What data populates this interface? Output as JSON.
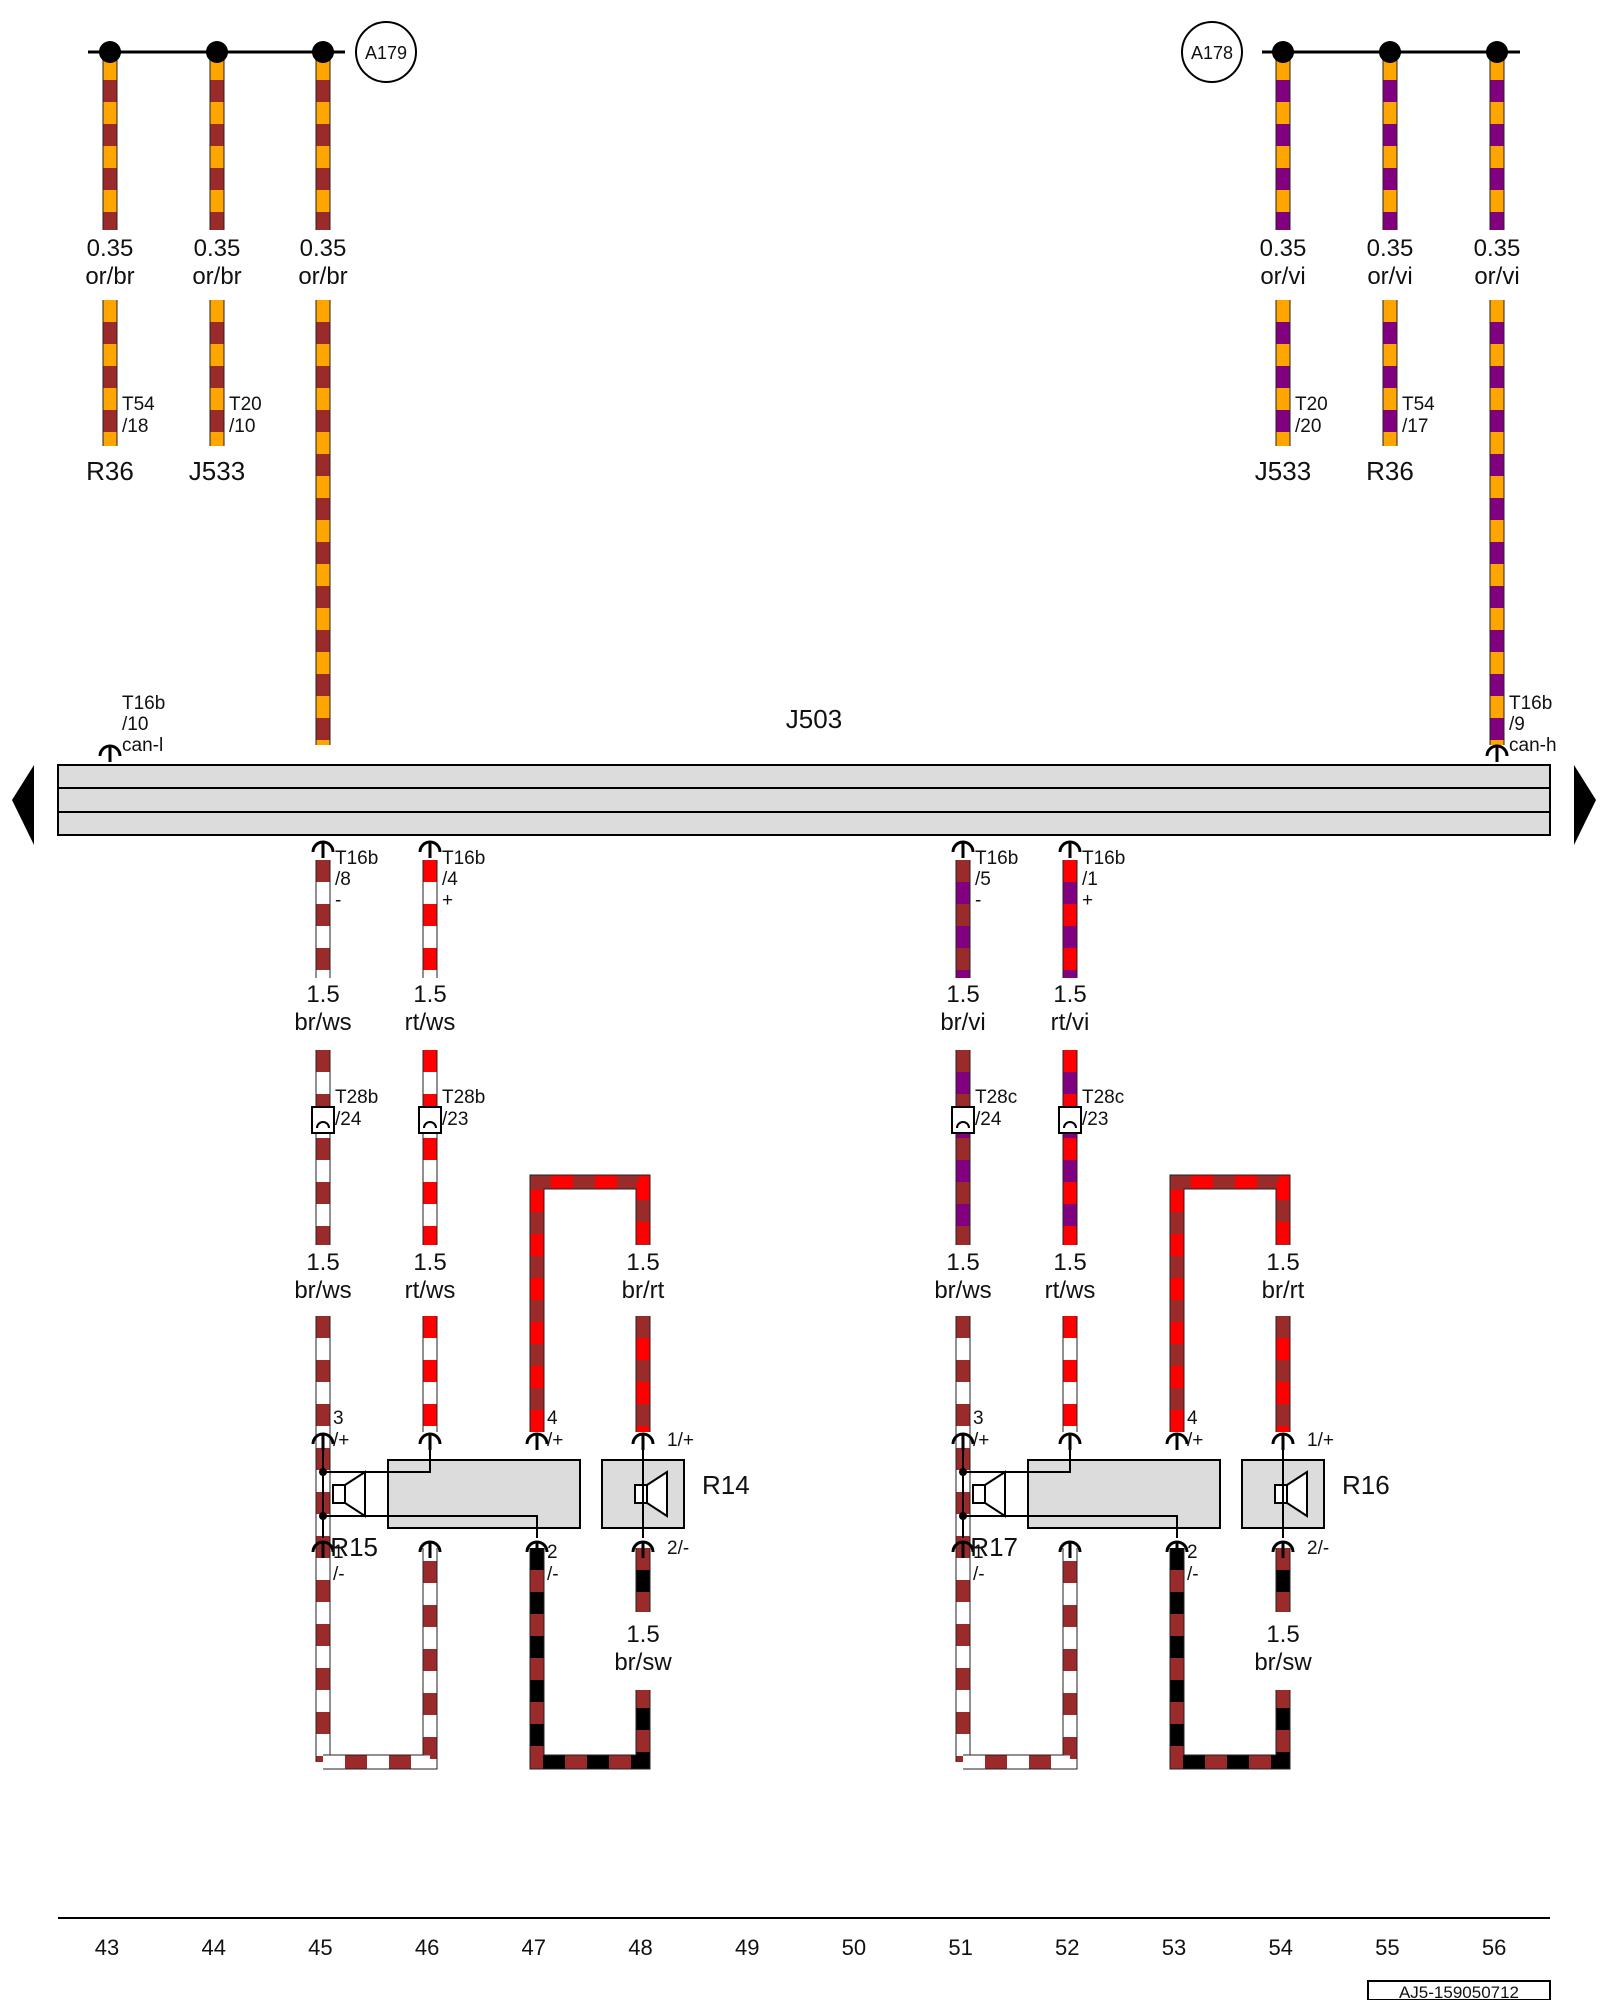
{
  "colors": {
    "or": "#FFA500",
    "br": "#9B2B2B",
    "vi": "#800080",
    "rt": "#FF0000",
    "ws": "#FFFFFF",
    "sw": "#000000",
    "bus_fill": "#DCDCDC",
    "component_fill": "#DCDCDC"
  },
  "refs": {
    "left": "A179",
    "right": "A178"
  },
  "bus": {
    "label": "J503",
    "left_conn": {
      "lines": [
        "T16b",
        "/10",
        "can-l"
      ]
    },
    "right_conn": {
      "lines": [
        "T16b",
        "/9",
        "can-h"
      ]
    }
  },
  "top_wires": [
    {
      "size": "0.35",
      "color": "or/br",
      "stripe": [
        "or",
        "br"
      ],
      "conn": [
        "T54",
        "/18"
      ],
      "comp": "R36"
    },
    {
      "size": "0.35",
      "color": "or/br",
      "stripe": [
        "or",
        "br"
      ],
      "conn": [
        "T20",
        "/10"
      ],
      "comp": "J533"
    },
    {
      "size": "0.35",
      "color": "or/br",
      "stripe": [
        "or",
        "br"
      ]
    },
    {
      "size": "0.35",
      "color": "or/vi",
      "stripe": [
        "or",
        "vi"
      ],
      "conn": [
        "T20",
        "/20"
      ],
      "comp": "J533"
    },
    {
      "size": "0.35",
      "color": "or/vi",
      "stripe": [
        "or",
        "vi"
      ],
      "conn": [
        "T54",
        "/17"
      ],
      "comp": "R36"
    },
    {
      "size": "0.35",
      "color": "or/vi",
      "stripe": [
        "or",
        "vi"
      ]
    }
  ],
  "speaker_groups": [
    {
      "upper": [
        {
          "conn": [
            "T16b",
            "/8",
            "-"
          ],
          "size": "1.5",
          "color": "br/ws"
        },
        {
          "conn": [
            "T16b",
            "/4",
            "+"
          ],
          "size": "1.5",
          "color": "rt/ws"
        }
      ],
      "middle": [
        {
          "conn": [
            "T28b",
            "/24"
          ],
          "size": "1.5",
          "color": "br/ws"
        },
        {
          "conn": [
            "T28b",
            "/23"
          ],
          "size": "1.5",
          "color": "rt/ws"
        }
      ],
      "bridge": {
        "size": "1.5",
        "color": "br/rt"
      },
      "ground": {
        "size": "1.5",
        "color": "br/sw"
      },
      "main": {
        "label": "R15",
        "pins": [
          "3",
          "/+",
          "4",
          "/+",
          "1",
          "/-",
          "2",
          "/-"
        ]
      },
      "aux": {
        "label": "R14",
        "pins": [
          "1/+",
          "2/-"
        ]
      }
    },
    {
      "upper": [
        {
          "conn": [
            "T16b",
            "/5",
            "-"
          ],
          "size": "1.5",
          "color": "br/vi"
        },
        {
          "conn": [
            "T16b",
            "/1",
            "+"
          ],
          "size": "1.5",
          "color": "rt/vi"
        }
      ],
      "middle": [
        {
          "conn": [
            "T28c",
            "/24"
          ],
          "size": "1.5",
          "color": "br/ws"
        },
        {
          "conn": [
            "T28c",
            "/23"
          ],
          "size": "1.5",
          "color": "rt/ws"
        }
      ],
      "bridge": {
        "size": "1.5",
        "color": "br/rt"
      },
      "ground": {
        "size": "1.5",
        "color": "br/sw"
      },
      "main": {
        "label": "R17",
        "pins": [
          "3",
          "/+",
          "4",
          "/+",
          "1",
          "/-",
          "2",
          "/-"
        ]
      },
      "aux": {
        "label": "R16",
        "pins": [
          "1/+",
          "2/-"
        ]
      }
    }
  ],
  "column_numbers": [
    "43",
    "44",
    "45",
    "46",
    "47",
    "48",
    "49",
    "50",
    "51",
    "52",
    "53",
    "54",
    "55",
    "56"
  ],
  "doc_code": "AJ5-159050712"
}
